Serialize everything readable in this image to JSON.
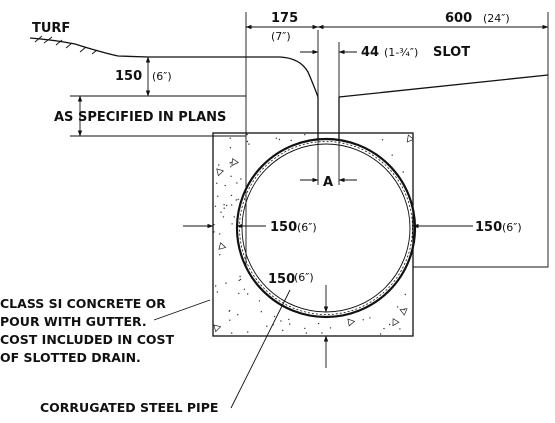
{
  "labels": {
    "turf": "TURF",
    "dim_175": "175",
    "dim_175_in": "(7″)",
    "dim_600": "600",
    "dim_600_in": "(24″)",
    "dim_44": "44",
    "dim_44_in": "(1-¾″)",
    "slot": "SLOT",
    "dim_150_top": "150",
    "dim_150_top_in": "(6″)",
    "as_specified": "AS SPECIFIED IN PLANS",
    "dim_a": "A",
    "dim_150_left": "150",
    "dim_150_left_in": "(6″)",
    "dim_150_right": "150",
    "dim_150_right_in": "(6″)",
    "dim_150_bottom": "150",
    "dim_150_bottom_in": "(6″)",
    "concrete_note": [
      "CLASS SI CONCRETE OR",
      "POUR WITH GUTTER.",
      "COST INCLUDED IN COST",
      "OF SLOTTED DRAIN."
    ],
    "pipe_note": "CORRUGATED STEEL PIPE"
  }
}
